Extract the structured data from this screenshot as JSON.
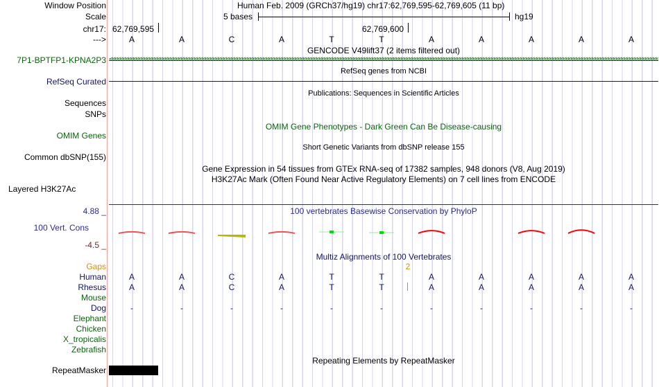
{
  "header": {
    "window_position_label": "Window Position",
    "window_position": "Human Feb. 2009 (GRCh37/hg19)   chr17:62,769,595-62,769,605 (11 bp)",
    "scale_label": "Scale",
    "scale_text": "5 bases",
    "assembly": "hg19",
    "chrom_label": "chr17:",
    "pos_start": "62,769,595",
    "pos_mid": "62,769,600",
    "strand_label": "--->"
  },
  "bases": [
    "A",
    "A",
    "C",
    "A",
    "T",
    "T",
    "A",
    "A",
    "A",
    "A",
    "A"
  ],
  "tracks": {
    "gencode_title": "GENCODE V49lift37 (2 items filtered out)",
    "gencode_item": "7P1-BPTFP1-KPNA2P3",
    "refseq_title": "RefSeq genes from NCBI",
    "refseq_label": "RefSeq Curated",
    "publications_title": "Publications: Sequences in Scientific Articles",
    "sequences_label": "Sequences",
    "snps_label": "SNPs",
    "omim_title": "OMIM Gene Phenotypes - Dark Green Can Be Disease-causing",
    "omim_label": "OMIM Genes",
    "dbsnp_title": "Short Genetic Variants from dbSNP release 155",
    "dbsnp_label": "Common dbSNP(155)",
    "gtex_title": "Gene Expression in 54 tissues from GTEx RNA-seq of 17382 samples, 948 donors (V8, Aug 2019)",
    "h3k27_title": "H3K27Ac Mark (Often Found Near Active Regulatory Elements) on 7 cell lines from ENCODE",
    "h3k27_label": "Layered H3K27Ac",
    "phylop_title": "100 vertebrates Basewise Conservation by PhyloP",
    "phylop_label": "100 Vert. Cons",
    "phylop_max": "4.88 _",
    "phylop_min": "-4.5 _",
    "multiz_title": "Multiz Alignments of 100 Vertebrates",
    "gaps_label": "Gaps",
    "gap_count": "2",
    "species": [
      "Human",
      "Rhesus",
      "Mouse",
      "Dog",
      "Elephant",
      "Chicken",
      "X_tropicalis",
      "Zebrafish"
    ],
    "human_seq": [
      "A",
      "A",
      "C",
      "A",
      "T",
      "T",
      "A",
      "A",
      "A",
      "A",
      "A"
    ],
    "rhesus_seq": [
      "A",
      "A",
      "C",
      "A",
      "T",
      "T",
      "A",
      "A",
      "A",
      "A",
      "A"
    ],
    "dog_seq": [
      "-",
      "-",
      "-",
      "-",
      "-",
      "-",
      "-",
      "-",
      "-",
      "-",
      "-"
    ],
    "repeat_title": "Repeating Elements by RepeatMasker",
    "repeat_label": "RepeatMasker"
  },
  "phylop_scores": [
    0.3,
    0.3,
    -0.4,
    0.3,
    0.2,
    0.1,
    1.2,
    0,
    1.2,
    1.6,
    0
  ]
}
